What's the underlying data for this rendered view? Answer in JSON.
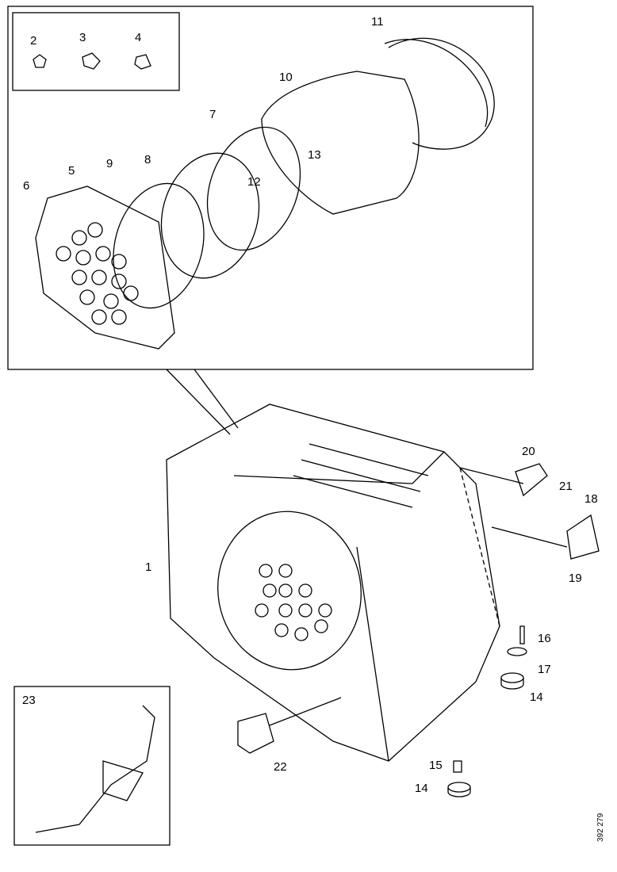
{
  "diagram": {
    "part_numbers": [
      {
        "id": "p2",
        "text": "2"
      },
      {
        "id": "p3",
        "text": "3"
      },
      {
        "id": "p4",
        "text": "4"
      },
      {
        "id": "p11",
        "text": "11"
      },
      {
        "id": "p10",
        "text": "10"
      },
      {
        "id": "p7",
        "text": "7"
      },
      {
        "id": "p13",
        "text": "13"
      },
      {
        "id": "p8",
        "text": "8"
      },
      {
        "id": "p9",
        "text": "9"
      },
      {
        "id": "p5",
        "text": "5"
      },
      {
        "id": "p6",
        "text": "6"
      },
      {
        "id": "p12",
        "text": "12"
      },
      {
        "id": "p20",
        "text": "20"
      },
      {
        "id": "p21",
        "text": "21"
      },
      {
        "id": "p18",
        "text": "18"
      },
      {
        "id": "p19",
        "text": "19"
      },
      {
        "id": "p1",
        "text": "1"
      },
      {
        "id": "p16",
        "text": "16"
      },
      {
        "id": "p17",
        "text": "17"
      },
      {
        "id": "p14a",
        "text": "14"
      },
      {
        "id": "p23",
        "text": "23"
      },
      {
        "id": "p22",
        "text": "22"
      },
      {
        "id": "p15",
        "text": "15"
      },
      {
        "id": "p14b",
        "text": "14"
      }
    ],
    "drawing_code": "392 279"
  }
}
